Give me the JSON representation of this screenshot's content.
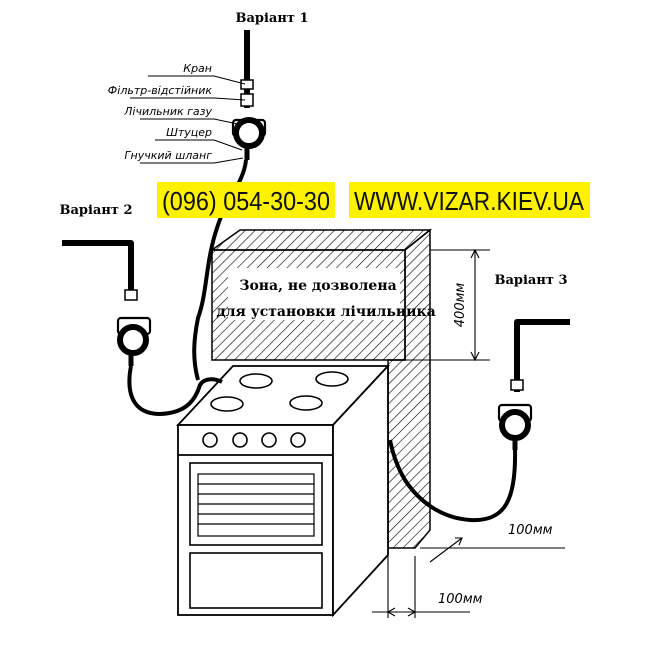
{
  "variants": {
    "v1": "Варіант 1",
    "v2": "Варіант 2",
    "v3": "Варіант 3"
  },
  "parts": {
    "tap": "Кран",
    "filter": "Фільтр-відстійник",
    "meter": "Лічильник газу",
    "fitting": "Штуцер",
    "hose": "Гнучкий шланг"
  },
  "banner": {
    "phone": "(096) 054-30-30",
    "site": "WWW.VIZAR.KIEV.UA",
    "background": "#fff200"
  },
  "zone": {
    "line1": "Зона, не дозволена",
    "line2": "для установки лічильника"
  },
  "dimensions": {
    "height": "400мм",
    "side": "100мм",
    "front": "100мм"
  }
}
